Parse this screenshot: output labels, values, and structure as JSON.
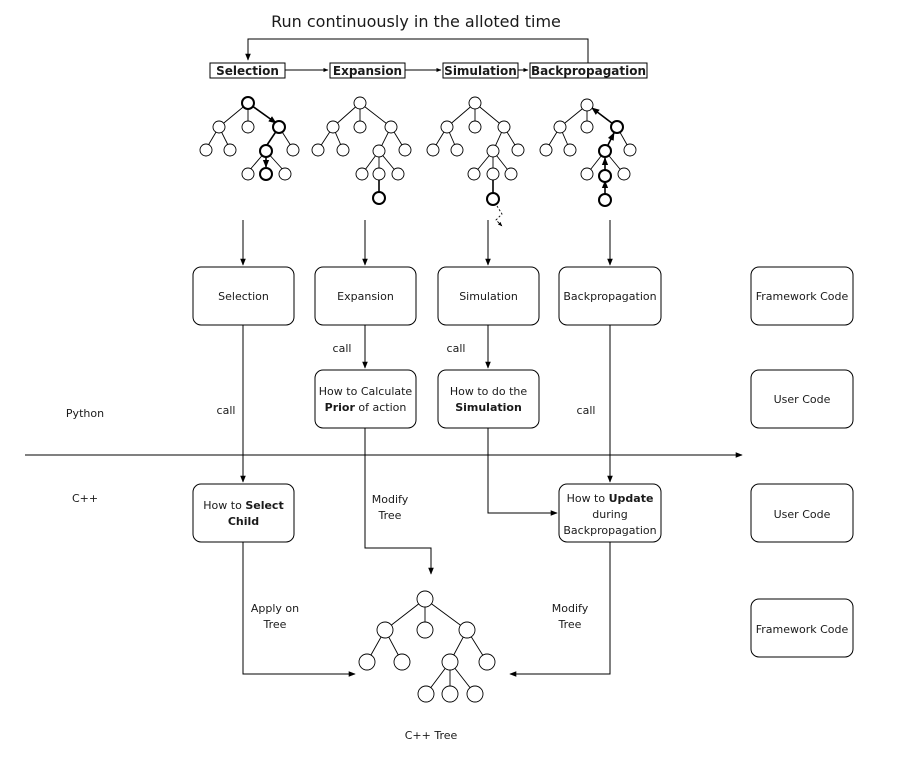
{
  "title": "Run continuously in the alloted time",
  "steps": [
    {
      "label": "Selection"
    },
    {
      "label": "Expansion"
    },
    {
      "label": "Simulation"
    },
    {
      "label": "Backpropagation"
    }
  ],
  "framework_boxes": {
    "selection": "Selection",
    "expansion": "Expansion",
    "simulation": "Simulation",
    "backpropagation": "Backpropagation"
  },
  "user_boxes": {
    "prior": {
      "pre": "How to Calculate",
      "bold": "Prior",
      "post": " of action"
    },
    "simulation": {
      "pre": "How to do the",
      "bold": "Simulation"
    },
    "select_child": {
      "pre": "How to ",
      "bold1": "Select",
      "bold2": "Child"
    },
    "update": {
      "pre": "How to ",
      "bold": "Update",
      "line2": "during",
      "line3": "Backpropagation"
    }
  },
  "legend": {
    "framework_top": "Framework Code",
    "user_top": "User Code",
    "user_bottom": "User Code",
    "framework_bottom": "Framework Code"
  },
  "labels": {
    "call_expansion": "call",
    "call_simulation": "call",
    "call_selection": "call",
    "call_backprop": "call",
    "python": "Python",
    "cpp": "C++",
    "modify_tree_1": "Modify",
    "modify_tree_1b": "Tree",
    "apply_on": "Apply on",
    "apply_on_b": "Tree",
    "modify_tree_2": "Modify",
    "modify_tree_2b": "Tree",
    "cpp_tree": "C++ Tree"
  }
}
